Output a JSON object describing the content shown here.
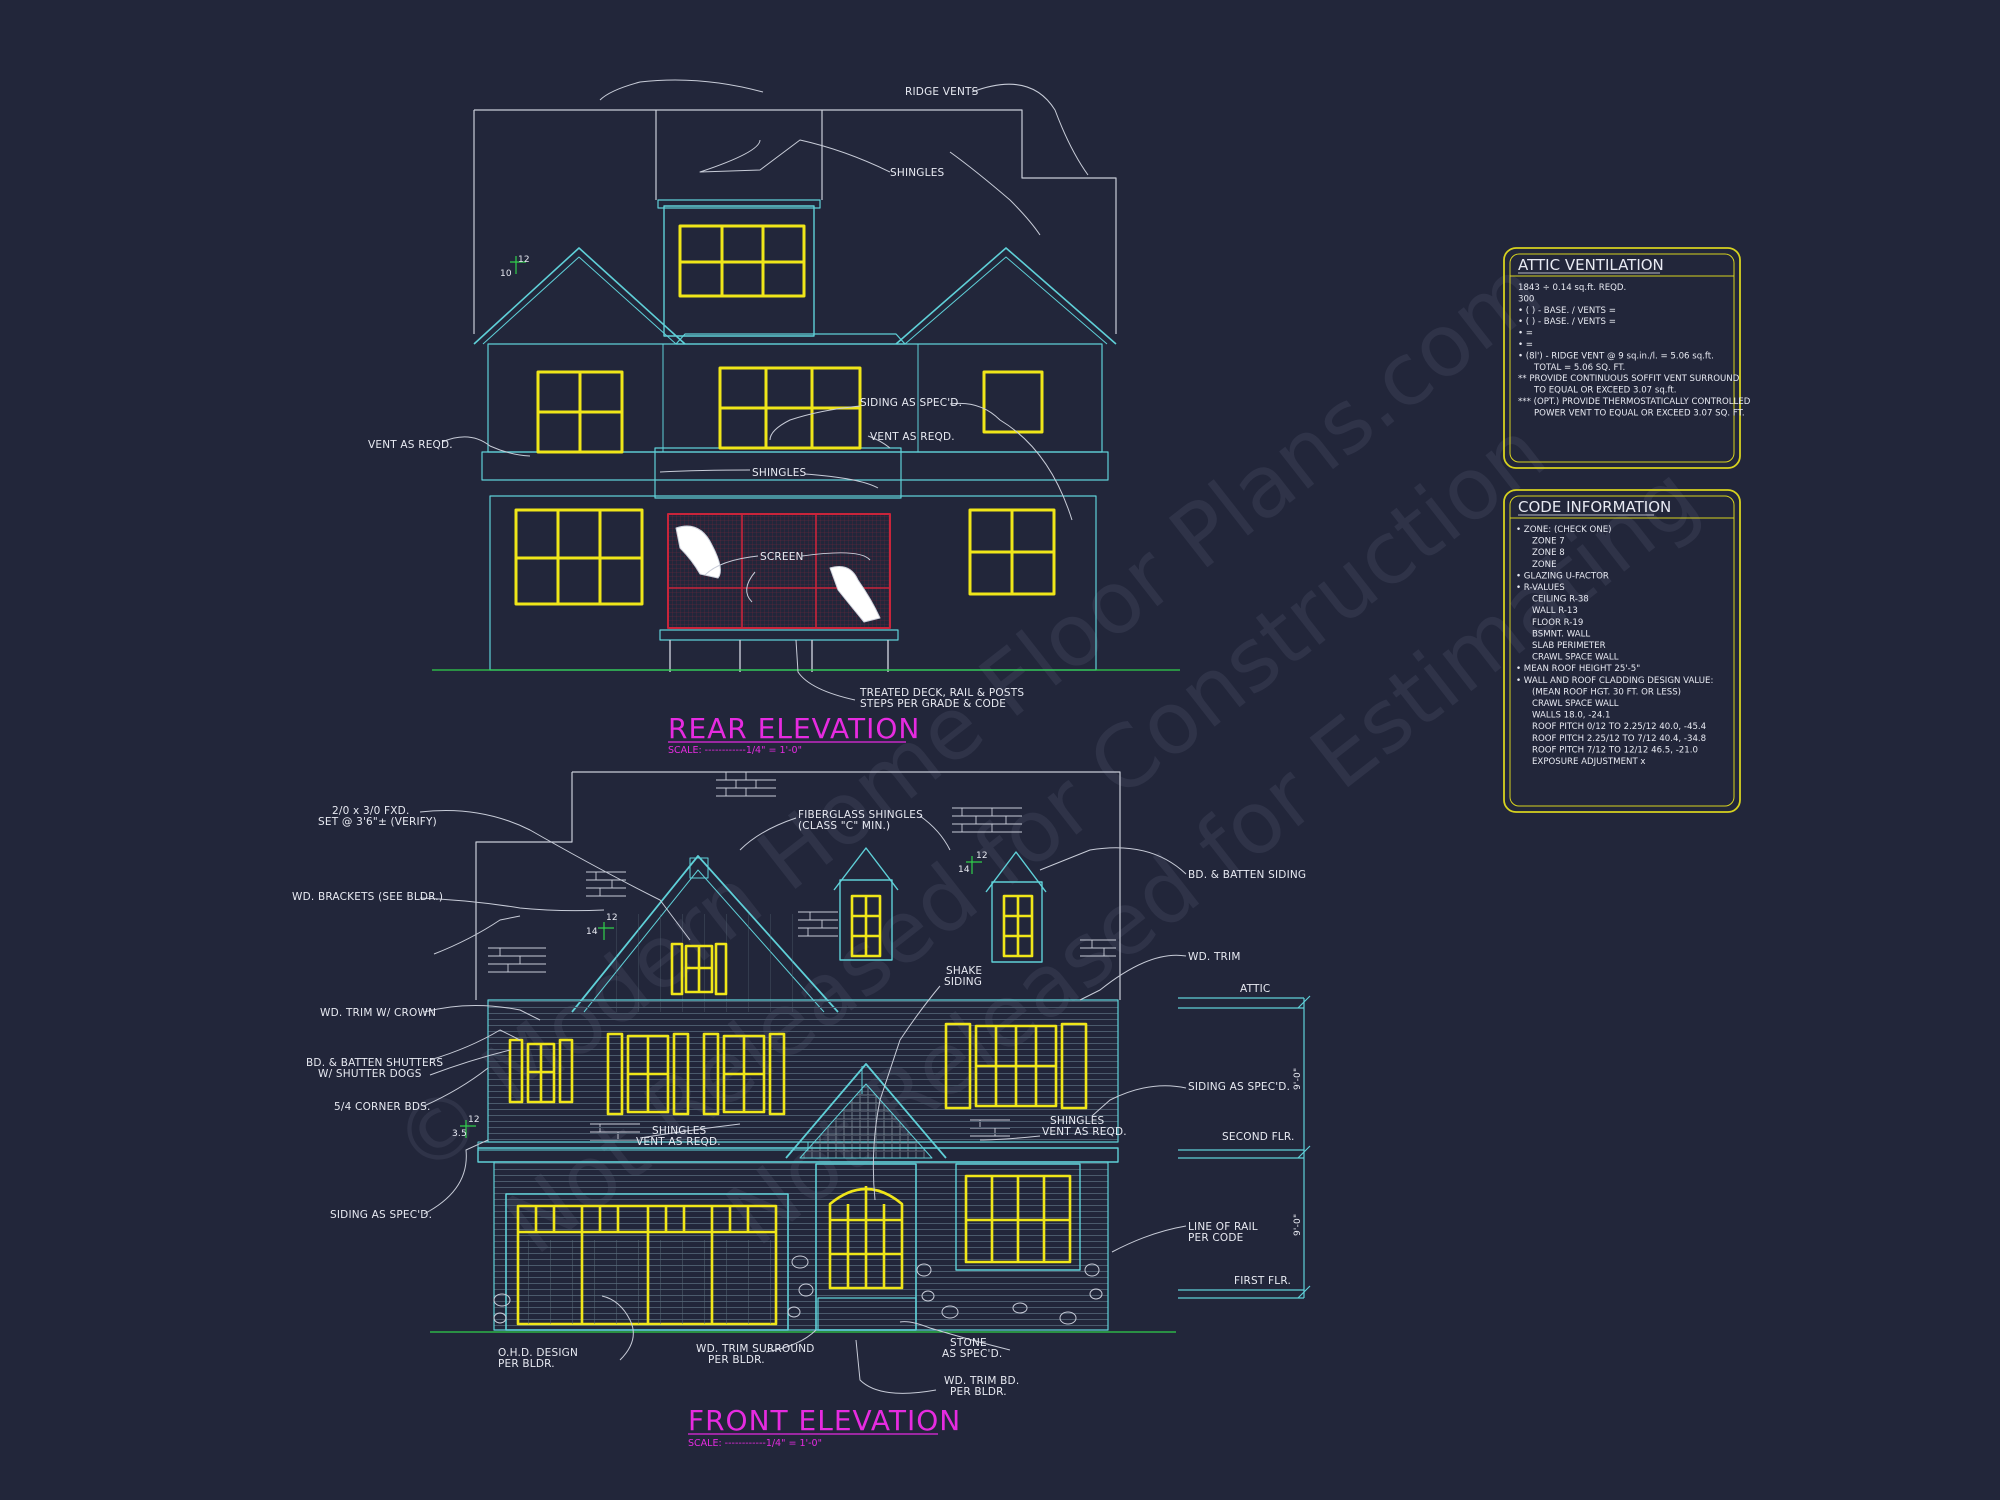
{
  "watermark": [
    "© Modern Home Floor Plans.com",
    "Not Released for Construction",
    "Not Released for Estimating"
  ],
  "rear": {
    "title": "REAR ELEVATION",
    "scale": "SCALE: ------------1/4\" = 1'-0\"",
    "pitch_rise": "12",
    "pitch_run": "10",
    "labels": {
      "ridge_vents": "RIDGE VENTS",
      "shingles_top": "SHINGLES",
      "siding": "SIDING AS SPEC'D.",
      "vent_left": "VENT AS REQD.",
      "vent_right": "VENT AS REQD.",
      "shingles_mid": "SHINGLES",
      "screen": "SCREEN",
      "deck_1": "TREATED DECK, RAIL & POSTS",
      "deck_2": "STEPS PER GRADE & CODE"
    }
  },
  "front": {
    "title": "FRONT ELEVATION",
    "scale": "SCALE: ------------1/4\" = 1'-0\"",
    "pitch_a_rise": "12",
    "pitch_a_run": "14",
    "pitch_b_rise": "12",
    "pitch_b_run": "14",
    "pitch_c_rise": "12",
    "pitch_c_run": "3.5",
    "labels": {
      "fxd_1": "2/0 x 3/0 FXD.",
      "fxd_2": "SET @ 3'6\"± (VERIFY)",
      "brackets": "WD. BRACKETS (SEE BLDR.)",
      "trim_crown": "WD. TRIM W/ CROWN",
      "shutters_1": "BD. & BATTEN SHUTTERS",
      "shutters_2": "W/ SHUTTER DOGS",
      "corner": "5/4 CORNER BDS.",
      "siding_left": "SIDING AS SPEC'D.",
      "fiberglass_1": "FIBERGLASS SHINGLES",
      "fiberglass_2": "(CLASS \"C\" MIN.)",
      "batten": "BD. & BATTEN SIDING",
      "wd_trim": "WD. TRIM",
      "shake_1": "SHAKE",
      "shake_2": "SIDING",
      "siding_right": "SIDING AS SPEC'D.",
      "shingles_l_1": "SHINGLES",
      "shingles_l_2": "VENT AS REQD.",
      "shingles_r_1": "SHINGLES",
      "shingles_r_2": "VENT AS REQD.",
      "rail_1": "LINE OF RAIL",
      "rail_2": "PER CODE",
      "ohd_1": "O.H.D. DESIGN",
      "ohd_2": "PER BLDR.",
      "surround_1": "WD. TRIM SURROUND",
      "surround_2": "PER BLDR.",
      "stone_1": "STONE",
      "stone_2": "AS SPEC'D.",
      "trim_bd_1": "WD. TRIM BD.",
      "trim_bd_2": "PER BLDR."
    },
    "levels": {
      "attic": "ATTIC",
      "second": "SECOND FLR.",
      "first": "FIRST FLR.",
      "dim_upper": "9'-0\"",
      "dim_lower": "9'-0\""
    }
  },
  "attic": {
    "title": "ATTIC VENTILATION",
    "lines": [
      "1843 ÷ 0.14 sq.ft. REQD.",
      "300",
      "• (    ) -         BASE.    /    VENTS  =",
      "• (    ) -         BASE.    /    VENTS  =",
      "•                                          =",
      "•                                          =",
      "• (8l') - RIDGE VENT @ 9 sq.in./l. = 5.06 sq.ft.",
      "TOTAL      = 5.06 SQ. FT.",
      "** PROVIDE CONTINUOUS SOFFIT VENT SURROUND",
      "TO EQUAL OR EXCEED  3.07 sq.ft.",
      "*** (OPT.) PROVIDE THERMOSTATICALLY CONTROLLED",
      "POWER VENT TO EQUAL OR EXCEED  3.07 SQ. FT."
    ]
  },
  "code": {
    "title": "CODE INFORMATION",
    "lines": [
      "• ZONE: (CHECK ONE)",
      "ZONE 7",
      "ZONE 8",
      "ZONE",
      "• GLAZING U-FACTOR",
      "• R-VALUES",
      "CEILING                  R-38",
      "WALL                       R-13",
      "FLOOR                     R-19",
      "BSMNT. WALL",
      "SLAB PERIMETER",
      "CRAWL SPACE WALL",
      "• MEAN ROOF HEIGHT   25'-5\"",
      "• WALL AND ROOF CLADDING DESIGN VALUE:",
      "(MEAN ROOF HGT. 30 FT. OR LESS)",
      "CRAWL SPACE WALL",
      "WALLS                              18.0, -24.1",
      "ROOF PITCH 0/12 TO 2.25/12   40.0, -45.4",
      "ROOF PITCH 2.25/12 TO 7/12   40.4, -34.8",
      "ROOF PITCH 7/12 TO 12/12     46.5, -21.0",
      "EXPOSURE ADJUSTMENT           x"
    ]
  }
}
